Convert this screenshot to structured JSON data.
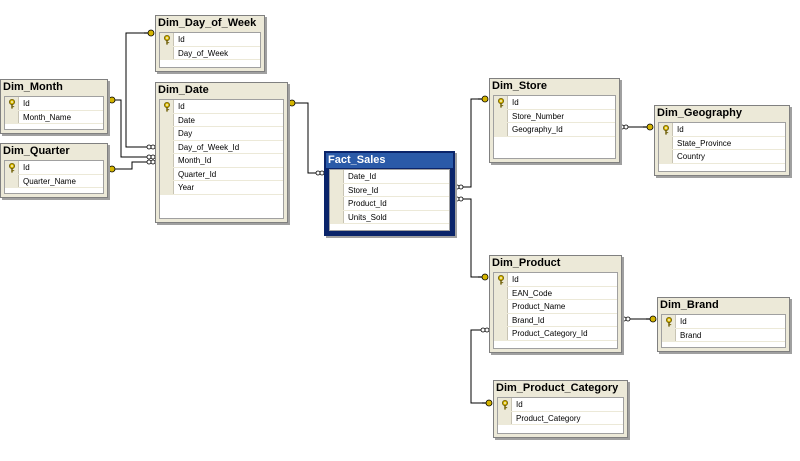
{
  "diagram": {
    "tables": [
      {
        "name": "Dim_Day_of_Week",
        "columns": [
          {
            "name": "Id",
            "pk": true
          },
          {
            "name": "Day_of_Week",
            "pk": false
          }
        ]
      },
      {
        "name": "Dim_Month",
        "columns": [
          {
            "name": "Id",
            "pk": true
          },
          {
            "name": "Month_Name",
            "pk": false
          }
        ]
      },
      {
        "name": "Dim_Quarter",
        "columns": [
          {
            "name": "Id",
            "pk": true
          },
          {
            "name": "Quarter_Name",
            "pk": false
          }
        ]
      },
      {
        "name": "Dim_Date",
        "columns": [
          {
            "name": "Id",
            "pk": true
          },
          {
            "name": "Date",
            "pk": false
          },
          {
            "name": "Day",
            "pk": false
          },
          {
            "name": "Day_of_Week_Id",
            "pk": false
          },
          {
            "name": "Month_Id",
            "pk": false
          },
          {
            "name": "Quarter_Id",
            "pk": false
          },
          {
            "name": "Year",
            "pk": false
          }
        ]
      },
      {
        "name": "Fact_Sales",
        "selected": true,
        "columns": [
          {
            "name": "Date_Id",
            "pk": false
          },
          {
            "name": "Store_Id",
            "pk": false
          },
          {
            "name": "Product_Id",
            "pk": false
          },
          {
            "name": "Units_Sold",
            "pk": false
          }
        ]
      },
      {
        "name": "Dim_Store",
        "columns": [
          {
            "name": "Id",
            "pk": true
          },
          {
            "name": "Store_Number",
            "pk": false
          },
          {
            "name": "Geography_Id",
            "pk": false
          }
        ]
      },
      {
        "name": "Dim_Geography",
        "columns": [
          {
            "name": "Id",
            "pk": true
          },
          {
            "name": "State_Province",
            "pk": false
          },
          {
            "name": "Country",
            "pk": false
          }
        ]
      },
      {
        "name": "Dim_Product",
        "columns": [
          {
            "name": "Id",
            "pk": true
          },
          {
            "name": "EAN_Code",
            "pk": false
          },
          {
            "name": "Product_Name",
            "pk": false
          },
          {
            "name": "Brand_Id",
            "pk": false
          },
          {
            "name": "Product_Category_Id",
            "pk": false
          }
        ]
      },
      {
        "name": "Dim_Brand",
        "columns": [
          {
            "name": "Id",
            "pk": true
          },
          {
            "name": "Brand",
            "pk": false
          }
        ]
      },
      {
        "name": "Dim_Product_Category",
        "columns": [
          {
            "name": "Id",
            "pk": true
          },
          {
            "name": "Product_Category",
            "pk": false
          }
        ]
      }
    ],
    "relationships": [
      {
        "from": "Dim_Date",
        "to": "Dim_Day_of_Week"
      },
      {
        "from": "Dim_Date",
        "to": "Dim_Month"
      },
      {
        "from": "Dim_Date",
        "to": "Dim_Quarter"
      },
      {
        "from": "Fact_Sales",
        "to": "Dim_Date"
      },
      {
        "from": "Fact_Sales",
        "to": "Dim_Store"
      },
      {
        "from": "Fact_Sales",
        "to": "Dim_Product"
      },
      {
        "from": "Dim_Store",
        "to": "Dim_Geography"
      },
      {
        "from": "Dim_Product",
        "to": "Dim_Brand"
      },
      {
        "from": "Dim_Product",
        "to": "Dim_Product_Category"
      }
    ],
    "colors": {
      "selected_header": "#2a5aa8",
      "table_frame": "#ece9d8",
      "key_icon": "#d4b400",
      "connector": "#000000"
    },
    "icons": {
      "primary_key": "key-icon",
      "one_end": "key-endpoint-icon",
      "many_end": "infinity-endpoint-icon"
    }
  }
}
